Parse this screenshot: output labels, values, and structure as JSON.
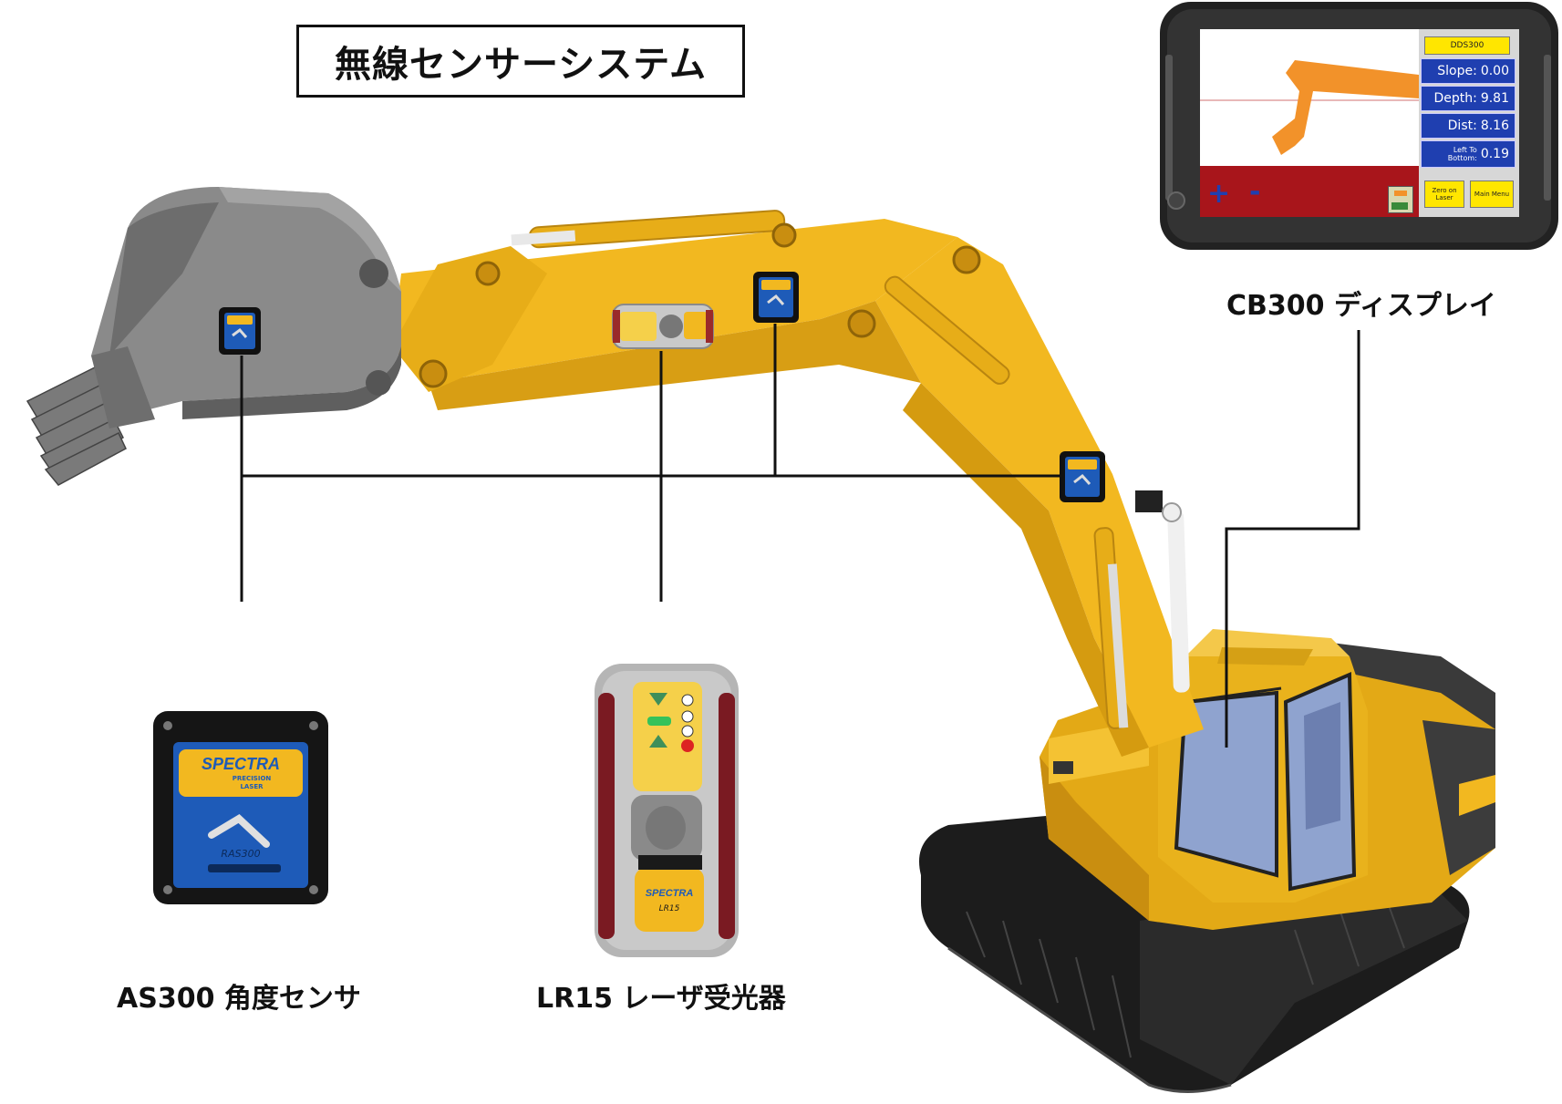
{
  "title": "無線センサーシステム",
  "labels": {
    "cb300": "CB300 ディスプレイ",
    "as300": "AS300 角度センサ",
    "lr15": "LR15 レーザ受光器"
  },
  "display": {
    "model": "DDS300",
    "slope_label": "Slope:",
    "slope_value": "0.00",
    "depth_label": "Depth:",
    "depth_value": "9.81",
    "dist_label": "Dist:",
    "dist_value": "8.16",
    "left_to_line1": "Left To",
    "left_to_line2": "Bottom:",
    "left_to_value": "0.19",
    "zero_on_laser_line1": "Zero on",
    "zero_on_laser_line2": "Laser",
    "main_menu": "Main Menu",
    "plus": "+",
    "minus": "-"
  },
  "devices": {
    "as300_brand": "SPECTRA",
    "as300_sub1": "PRECISION",
    "as300_sub2": "LASER",
    "as300_model": "RAS300",
    "lr15_brand": "SPECTRA",
    "lr15_model": "LR15"
  },
  "colors": {
    "machine_yellow": "#f2b820",
    "bucket_gray": "#8a8a8a",
    "track_black": "#1c1c1c",
    "display_blue": "#1f3fb0",
    "display_red": "#a8151b",
    "sensor_blue": "#1e5bb8",
    "cab_glass": "#8fa3cf"
  }
}
